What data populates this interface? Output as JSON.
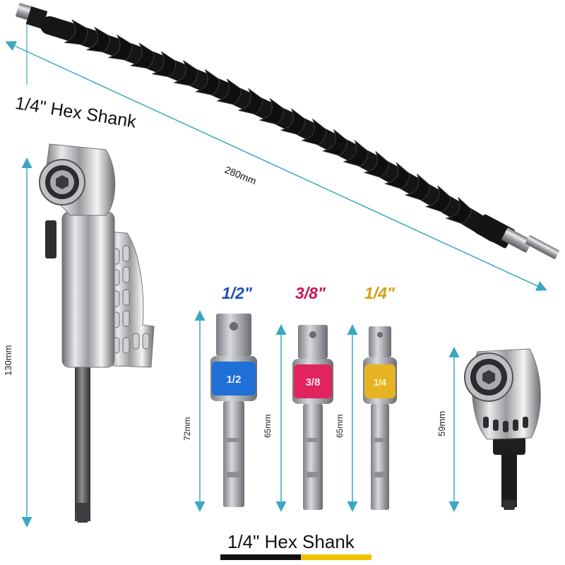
{
  "labels": {
    "hex_shank_top": "1/4\" Hex Shank",
    "flex_length": "280mm",
    "angle_long_length": "130mm",
    "socket_large_length": "72mm",
    "socket_mid_length": "65mm",
    "socket_small_length": "65mm",
    "angle_short_length": "59mm",
    "hex_shank_bottom": "1/4\" Hex Shank"
  },
  "sockets": [
    {
      "size": "1/2\"",
      "band_text": "1/2",
      "color": "#1f4fb0",
      "band_color": "#1f6fd6"
    },
    {
      "size": "3/8\"",
      "band_text": "3/8",
      "color": "#c2185b",
      "band_color": "#e0245e"
    },
    {
      "size": "1/4\"",
      "band_text": "1/4",
      "color": "#d4a017",
      "band_color": "#e6b422"
    }
  ],
  "colors": {
    "dimension_arrow": "#3aa8c1",
    "bar_dark": "#111111",
    "bar_accent": "#f2c200"
  }
}
